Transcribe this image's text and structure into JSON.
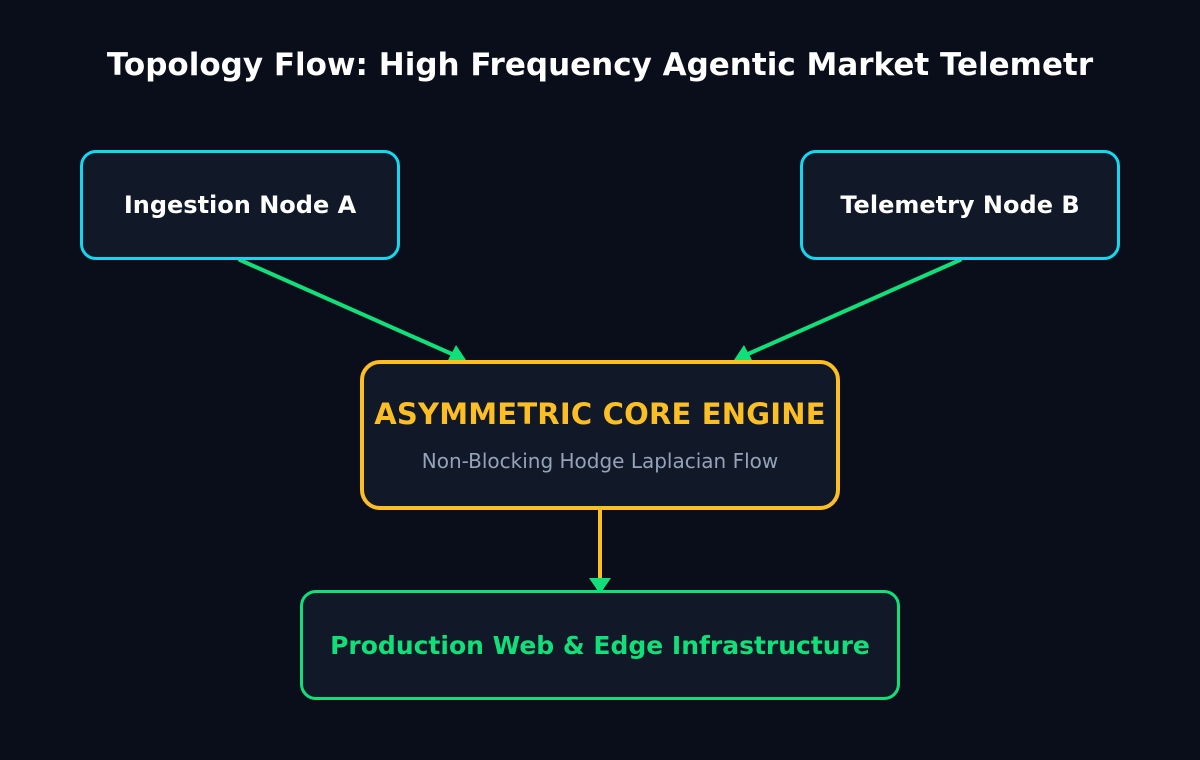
{
  "title": "Topology Flow: High Frequency Agentic Market Telemetr",
  "nodes": {
    "ingestion": {
      "label": "Ingestion Node A"
    },
    "telemetry": {
      "label": "Telemetry Node B"
    },
    "core": {
      "label": "ASYMMETRIC CORE ENGINE",
      "sublabel": "Non-Blocking Hodge Laplacian Flow"
    },
    "production": {
      "label": "Production Web & Edge Infrastructure"
    }
  },
  "edges": [
    {
      "from": "ingestion",
      "to": "core"
    },
    {
      "from": "telemetry",
      "to": "core"
    },
    {
      "from": "core",
      "to": "production"
    }
  ],
  "colors": {
    "background": "#0a0e1a",
    "node_fill": "#111827",
    "input_border": "#12d8f0",
    "core_border": "#fbbf24",
    "output_border": "#10e07a",
    "edge_input": "#10e07a",
    "edge_core": "#fbbf24",
    "subtext": "#94a3b8"
  }
}
